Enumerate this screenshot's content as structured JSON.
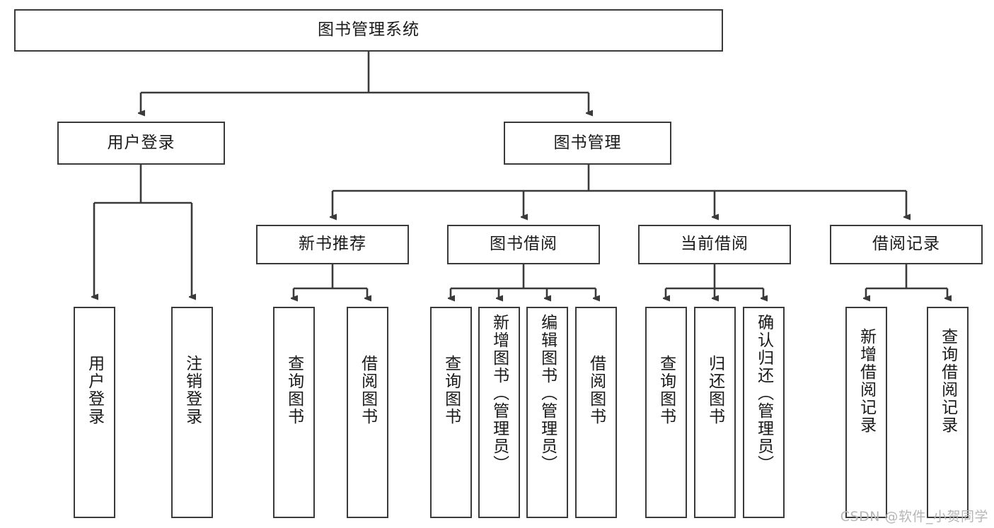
{
  "diagram": {
    "type": "tree",
    "title": "图书管理系统",
    "root": {
      "label": "图书管理系统"
    },
    "level2": [
      {
        "label": "用户登录"
      },
      {
        "label": "图书管理"
      }
    ],
    "level3": [
      {
        "label": "新书推荐"
      },
      {
        "label": "图书借阅"
      },
      {
        "label": "当前借阅"
      },
      {
        "label": "借阅记录"
      }
    ],
    "leaves": {
      "user_login": [
        {
          "label": "用户登录"
        },
        {
          "label": "注销登录"
        }
      ],
      "new_book_recommend": [
        {
          "label": "查询图书"
        },
        {
          "label": "借阅图书"
        }
      ],
      "book_borrow": [
        {
          "label": "查询图书"
        },
        {
          "label": "新增图书（管理员）"
        },
        {
          "label": "编辑图书（管理员）"
        },
        {
          "label": "借阅图书"
        }
      ],
      "current_borrow": [
        {
          "label": "查询图书"
        },
        {
          "label": "归还图书"
        },
        {
          "label": "确认归还（管理员）"
        }
      ],
      "borrow_record": [
        {
          "label": "新增借阅记录"
        },
        {
          "label": "查询借阅记录"
        }
      ]
    }
  },
  "watermark": {
    "text": "CSDN @软件_小贺同学"
  },
  "colors": {
    "border": "#3a3a3a",
    "text": "#1a1a1a",
    "background": "#ffffff",
    "watermark": "#b6b6b6"
  }
}
